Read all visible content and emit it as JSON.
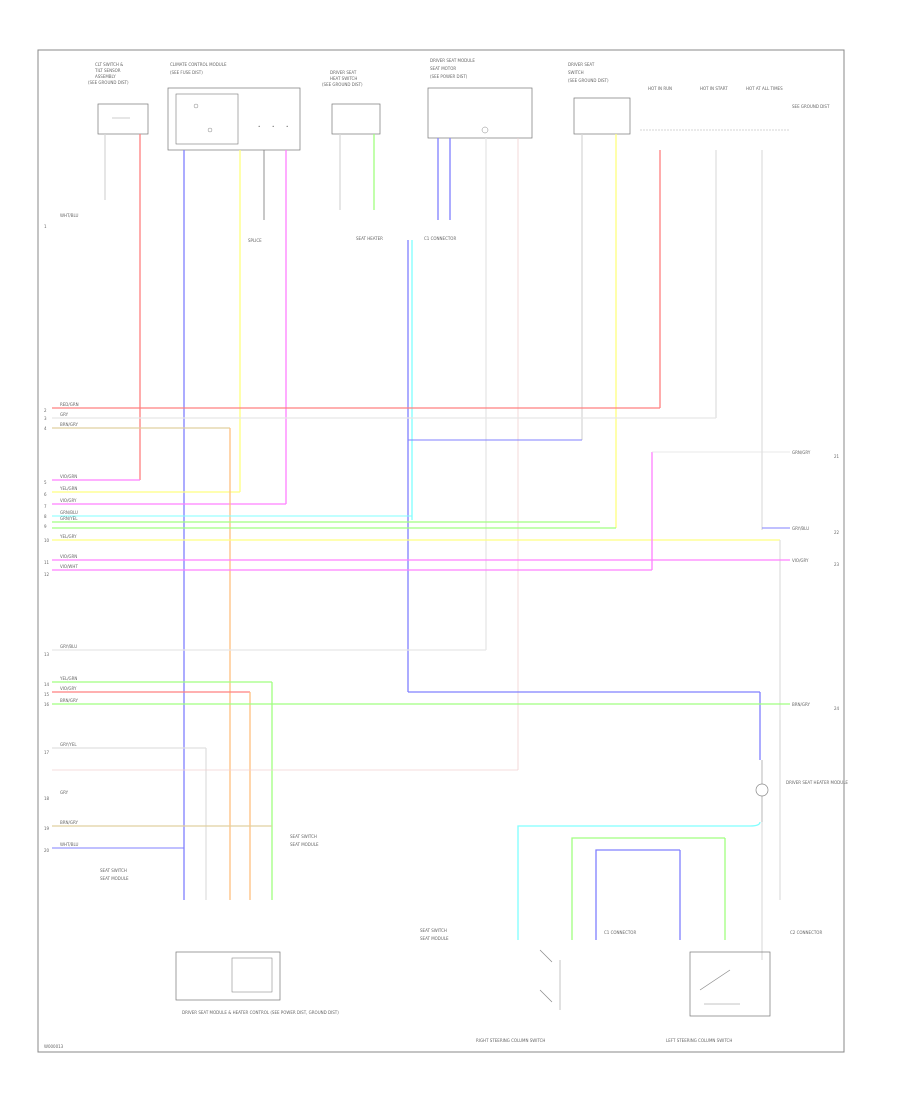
{
  "page": {
    "footer_code": "W000013"
  },
  "colors": {
    "frame": "#888888",
    "red": "#ff8080",
    "blue": "#8080ff",
    "yellow": "#ffff80",
    "magenta": "#ff80ff",
    "green": "#a0ff80",
    "gray": "#d8d8d8",
    "tan": "#e0d0a0",
    "cyan": "#80ffff",
    "orange": "#ffc080"
  },
  "left_wire_labels": [
    {
      "text": "WHT/BLU",
      "pin": "1"
    },
    {
      "text": "RED/GRN",
      "pin": "2"
    },
    {
      "text": "GRY",
      "pin": "3"
    },
    {
      "text": "BRN/GRY",
      "pin": "4"
    },
    {
      "text": "VIO/GRN",
      "pin": "5"
    },
    {
      "text": "YEL/GRN",
      "pin": "6"
    },
    {
      "text": "VIO/GRY",
      "pin": "7"
    },
    {
      "text": "GRN/BLU",
      "pin": "8"
    },
    {
      "text": "GRN/YEL",
      "pin": "9"
    },
    {
      "text": "YEL/GRY",
      "pin": "10"
    },
    {
      "text": "VIO/GRN",
      "pin": "11"
    },
    {
      "text": "VIO/WHT",
      "pin": "12"
    },
    {
      "text": "GRY/BLU",
      "pin": "13"
    },
    {
      "text": "YEL/GRN",
      "pin": "14"
    },
    {
      "text": "VIO/GRY",
      "pin": "15"
    },
    {
      "text": "BRN/GRY",
      "pin": "16"
    },
    {
      "text": "GRY/YEL",
      "pin": "17"
    },
    {
      "text": "GRY",
      "pin": "18"
    },
    {
      "text": "BRN/GRY",
      "pin": "19"
    },
    {
      "text": "WHT/BLU",
      "pin": "20"
    }
  ],
  "right_wire_labels": [
    {
      "text": "GRN/GRY",
      "pin": "21"
    },
    {
      "text": "GRY/BLU",
      "pin": "22"
    },
    {
      "text": "VIO/GRY",
      "pin": "23"
    },
    {
      "text": "BRN/GRY",
      "pin": "24"
    }
  ],
  "top_components": [
    {
      "id": "c1",
      "lines": [
        "CLT SWITCH &",
        "TILT SENSOR",
        "ASSEMBLY",
        "(SEE GROUND DIST)"
      ]
    },
    {
      "id": "c2",
      "lines": [
        "CLIMATE CONTROL MODULE",
        "(SEE FUSE DIST)"
      ]
    },
    {
      "id": "c3",
      "lines": [
        "DRIVER SEAT",
        "HEAT SWITCH",
        "(SEE GROUND DIST)"
      ]
    },
    {
      "id": "c4",
      "lines": [
        "DRIVER SEAT MODULE",
        "SEAT MOTOR",
        "(SEE POWER DIST)"
      ]
    },
    {
      "id": "c5",
      "lines": [
        "DRIVER SEAT",
        "SWITCH",
        "(SEE GROUND DIST)"
      ]
    },
    {
      "id": "c6",
      "lines": [
        "HOT IN RUN",
        "HOT IN START",
        "HOT AT ALL TIMES"
      ]
    }
  ],
  "notes": {
    "ground_dist": "SEE GROUND DIST",
    "splice": "SPLICE",
    "seat_heater": "SEAT HEATER",
    "heater_note": "DRIVER SEAT HEATER MODULE",
    "bottom_module": "DRIVER SEAT MODULE & HEATER\nCONTROL\n(SEE POWER DIST, GROUND DIST)",
    "bottom_left_switch": "RIGHT STEERING COLUMN SWITCH",
    "bottom_right_switch": "LEFT STEERING COLUMN SWITCH",
    "legend_a": "SEAT SWITCH",
    "legend_b": "SEAT MODULE",
    "connector_a": "C1 CONNECTOR",
    "connector_b": "C2 CONNECTOR"
  }
}
